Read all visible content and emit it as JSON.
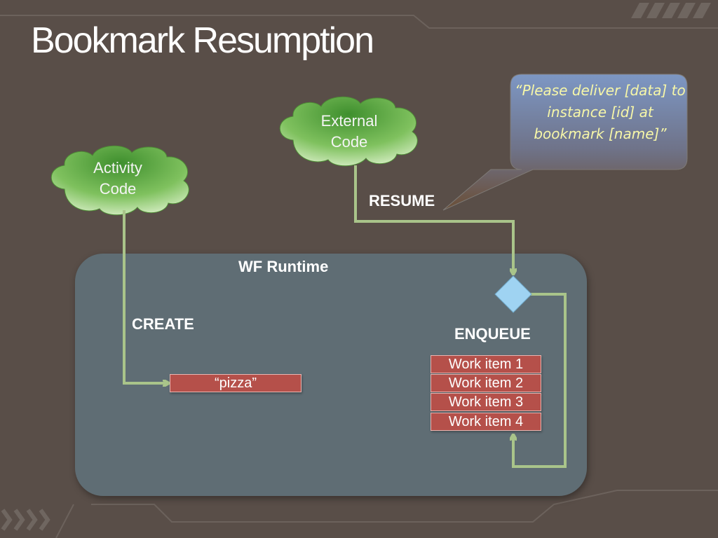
{
  "title": "Bookmark Resumption",
  "clouds": {
    "activity": {
      "line1": "Activity",
      "line2": "Code"
    },
    "external": {
      "line1": "External",
      "line2": "Code"
    }
  },
  "callout": {
    "text": "“Please deliver [data] to instance [id] at bookmark [name]”"
  },
  "labels": {
    "resume": "RESUME",
    "runtime": "WF Runtime",
    "create": "CREATE",
    "enqueue": "ENQUEUE"
  },
  "bookmark_item": "“pizza”",
  "work_items": [
    "Work item 1",
    "Work item 2",
    "Work item 3",
    "Work item 4"
  ],
  "colors": {
    "background": "#594e48",
    "runtime_box": "#5f6d74",
    "arrow": "#a9c48a",
    "cloud": "#6db34b",
    "item_box": "#b5504a",
    "diamond": "#9fd3f2",
    "callout_text": "#f7f7a8"
  }
}
